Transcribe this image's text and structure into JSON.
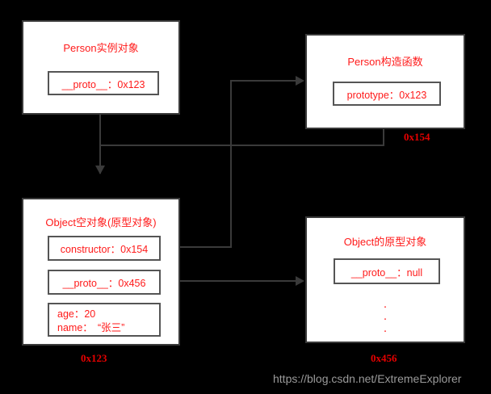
{
  "diagram": {
    "title": "JavaScript prototype chain diagram",
    "background_color": "#000000",
    "box_fill": "#ffffff",
    "box_border": "#3a3a3a",
    "text_color": "#ff1a1a",
    "address_color": "#e60000",
    "connector_color": "#3a3a3a"
  },
  "boxes": [
    {
      "id": "person-instance",
      "title": "Person实例对象",
      "slots": [
        {
          "id": "instance-proto",
          "text": "__proto__：0x123"
        }
      ],
      "address": null
    },
    {
      "id": "person-constructor",
      "title": "Person构造函数",
      "slots": [
        {
          "id": "constructor-prototype",
          "text": "prototype：0x123"
        }
      ],
      "address": "0x154"
    },
    {
      "id": "object-empty",
      "title": "Object空对象(原型对象)",
      "slots": [
        {
          "id": "proto-constructor",
          "text": "constructor：0x154"
        },
        {
          "id": "proto-proto",
          "text": "__proto__：0x456"
        },
        {
          "id": "proto-props-age",
          "text": "age：20"
        },
        {
          "id": "proto-props-name",
          "text": "name：　“张三”"
        }
      ],
      "address": "0x123"
    },
    {
      "id": "object-prototype",
      "title": "Object的原型对象",
      "slots": [
        {
          "id": "object-proto-null",
          "text": "__proto__：null"
        }
      ],
      "ellipsis": [
        "·",
        "·",
        "·"
      ],
      "address": "0x456"
    }
  ],
  "watermark": "https://blog.csdn.net/ExtremeExplorer"
}
